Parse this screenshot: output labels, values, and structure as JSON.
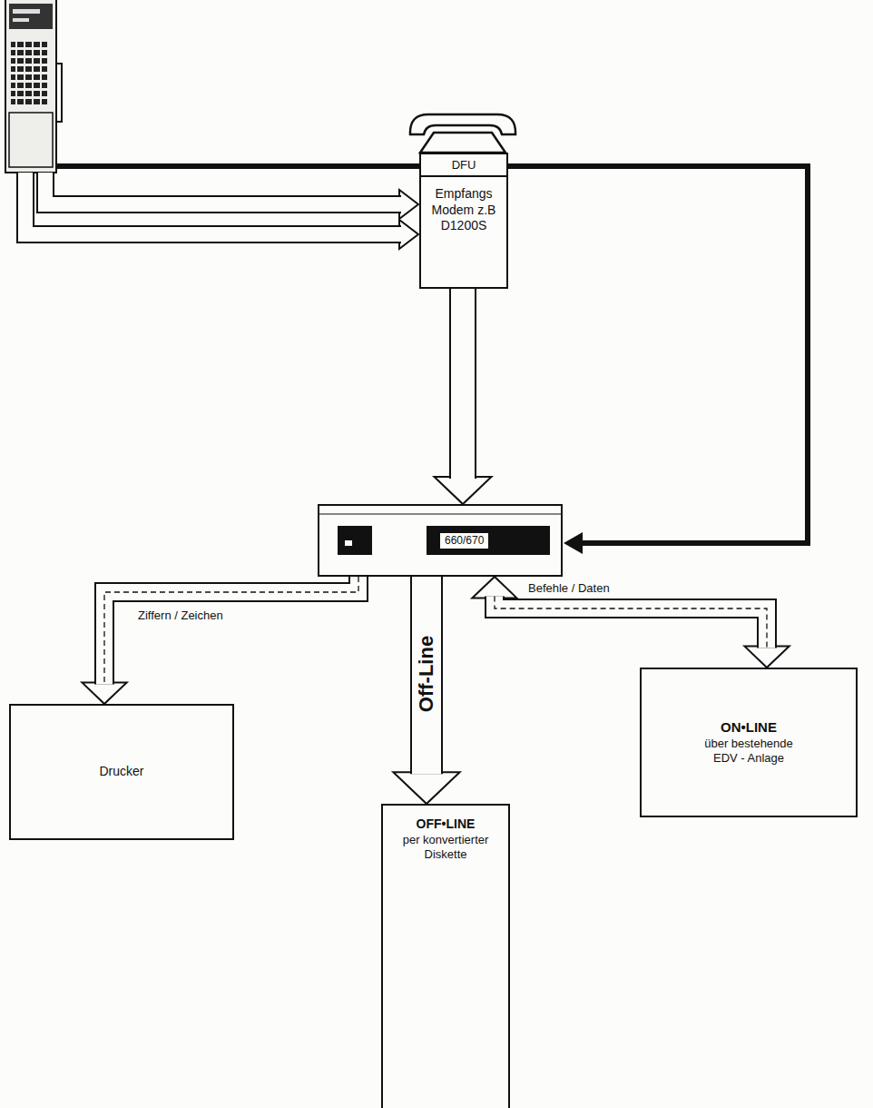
{
  "diagram": {
    "nodes": [
      {
        "text": [
          "DFU",
          "Empfangs Modem z.B D1200S"
        ]
      },
      {
        "text": [
          "660/670"
        ]
      },
      {
        "text": [
          "Drucker"
        ]
      },
      {
        "text": [
          "OFF•LINE",
          "per konvertierter Diskette"
        ]
      },
      {
        "text": [
          "ON•LINE",
          "über bestehende EDV - Anlage"
        ]
      }
    ],
    "edges": [
      {
        "from": 0,
        "to": 1,
        "arrow": "to"
      },
      {
        "from": 1,
        "to": 2,
        "arrow": "to",
        "label": "Ziffern / Zeichen"
      },
      {
        "from": 1,
        "to": 3,
        "arrow": "to",
        "label": "Off-Line"
      },
      {
        "from": 1,
        "to": 4,
        "arrow": "both",
        "label": "Befehle / Daten"
      }
    ]
  }
}
